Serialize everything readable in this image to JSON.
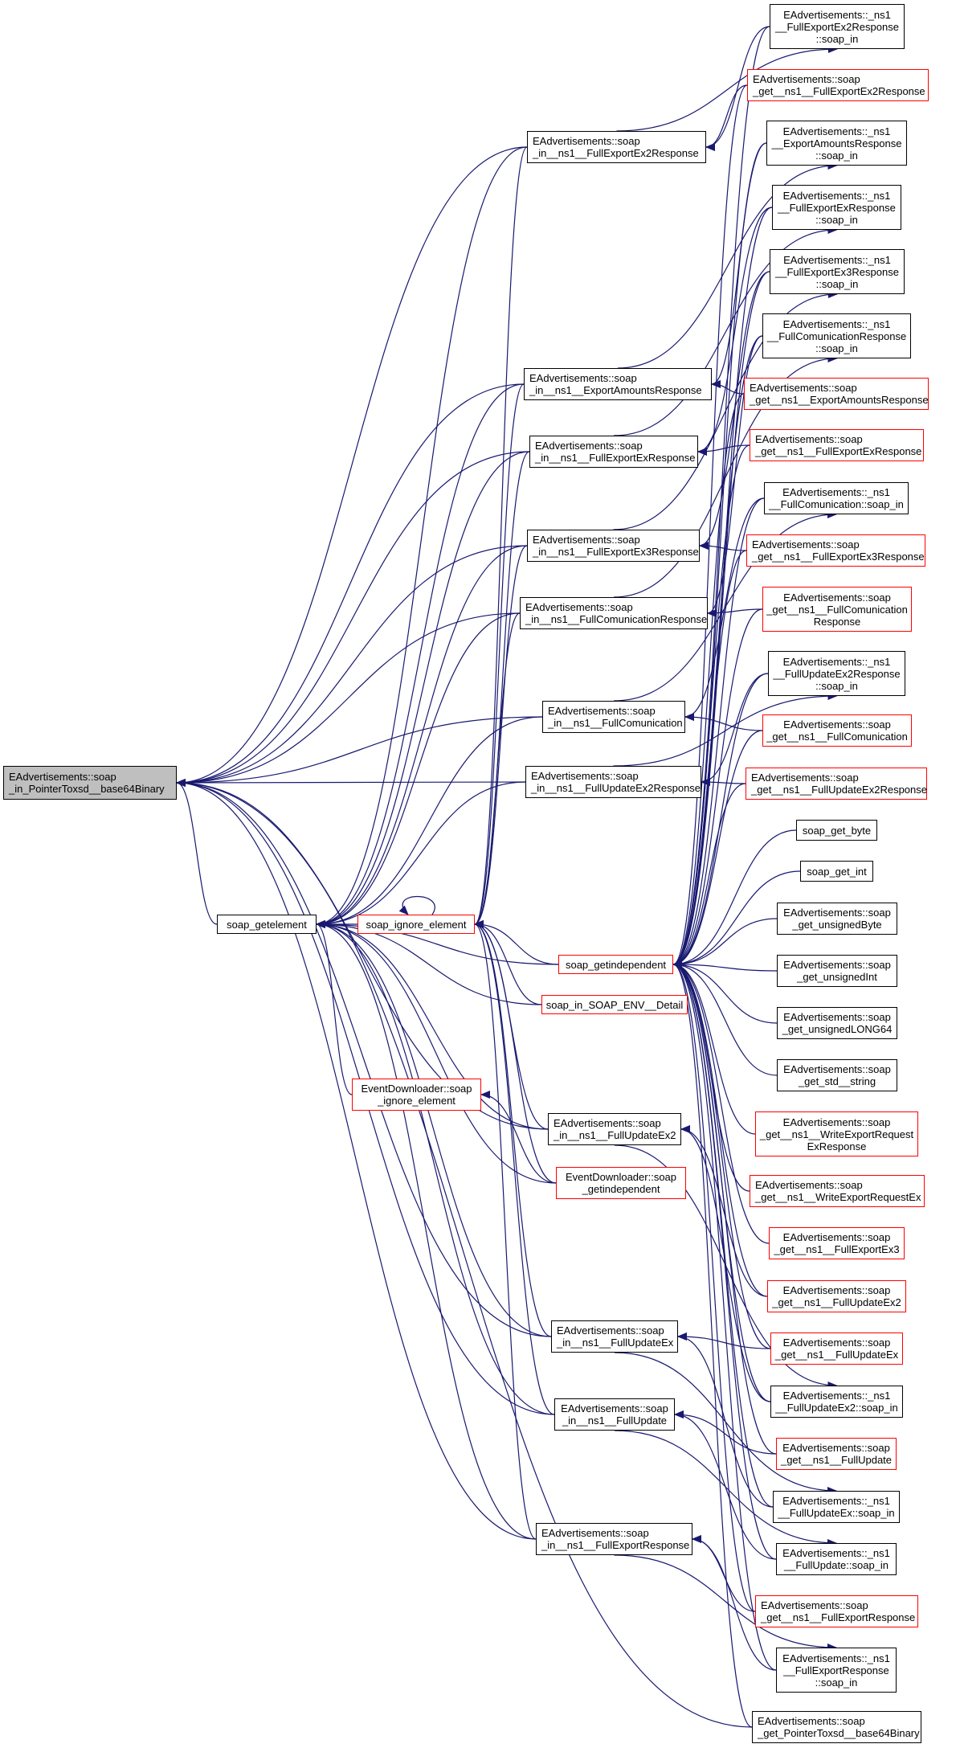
{
  "diagram": {
    "type": "doxygen-caller-graph",
    "edge_color": "#191970",
    "root": {
      "id": "root",
      "label": "EAdvertisements::soap\n_in_PointerToxsd__base64Binary",
      "style": "root"
    },
    "nodes": [
      {
        "id": "getelement",
        "label": "soap_getelement",
        "style": "black"
      },
      {
        "id": "ignore",
        "label": "soap_ignore_element",
        "style": "red"
      },
      {
        "id": "getindep",
        "label": "soap_getindependent",
        "style": "red"
      },
      {
        "id": "envdetail",
        "label": "soap_in_SOAP_ENV__Detail",
        "style": "red"
      },
      {
        "id": "ev_ignore",
        "label": "EventDownloader::soap\n_ignore_element",
        "style": "red"
      },
      {
        "id": "ev_getindep",
        "label": "EventDownloader::soap\n_getindependent",
        "style": "red"
      },
      {
        "id": "in_fe2r",
        "label": "EAdvertisements::soap\n_in__ns1__FullExportEx2Response",
        "style": "black"
      },
      {
        "id": "in_ear",
        "label": "EAdvertisements::soap\n_in__ns1__ExportAmountsResponse",
        "style": "black"
      },
      {
        "id": "in_fer",
        "label": "EAdvertisements::soap\n_in__ns1__FullExportExResponse",
        "style": "black"
      },
      {
        "id": "in_fe3r",
        "label": "EAdvertisements::soap\n_in__ns1__FullExportEx3Response",
        "style": "black"
      },
      {
        "id": "in_fcr",
        "label": "EAdvertisements::soap\n_in__ns1__FullComunicationResponse",
        "style": "black"
      },
      {
        "id": "in_fc",
        "label": "EAdvertisements::soap\n_in__ns1__FullComunication",
        "style": "black"
      },
      {
        "id": "in_fue2r",
        "label": "EAdvertisements::soap\n_in__ns1__FullUpdateEx2Response",
        "style": "black"
      },
      {
        "id": "in_fue2",
        "label": "EAdvertisements::soap\n_in__ns1__FullUpdateEx2",
        "style": "black"
      },
      {
        "id": "in_fue",
        "label": "EAdvertisements::soap\n_in__ns1__FullUpdateEx",
        "style": "black"
      },
      {
        "id": "in_fu",
        "label": "EAdvertisements::soap\n_in__ns1__FullUpdate",
        "style": "black"
      },
      {
        "id": "in_fxr",
        "label": "EAdvertisements::soap\n_in__ns1__FullExportResponse",
        "style": "black"
      },
      {
        "id": "r_fe2r_in",
        "label": "EAdvertisements::_ns1\n__FullExportEx2Response\n::soap_in",
        "style": "black"
      },
      {
        "id": "r_get_fe2r",
        "label": "EAdvertisements::soap\n_get__ns1__FullExportEx2Response",
        "style": "red"
      },
      {
        "id": "r_ear_in",
        "label": "EAdvertisements::_ns1\n__ExportAmountsResponse\n::soap_in",
        "style": "black"
      },
      {
        "id": "r_fer_in",
        "label": "EAdvertisements::_ns1\n__FullExportExResponse\n::soap_in",
        "style": "black"
      },
      {
        "id": "r_fe3r_in",
        "label": "EAdvertisements::_ns1\n__FullExportEx3Response\n::soap_in",
        "style": "black"
      },
      {
        "id": "r_fcr_in",
        "label": "EAdvertisements::_ns1\n__FullComunicationResponse\n::soap_in",
        "style": "black"
      },
      {
        "id": "r_get_ear",
        "label": "EAdvertisements::soap\n_get__ns1__ExportAmountsResponse",
        "style": "red"
      },
      {
        "id": "r_get_fer",
        "label": "EAdvertisements::soap\n_get__ns1__FullExportExResponse",
        "style": "red"
      },
      {
        "id": "r_fc_in",
        "label": "EAdvertisements::_ns1\n__FullComunication::soap_in",
        "style": "black"
      },
      {
        "id": "r_get_fe3r",
        "label": "EAdvertisements::soap\n_get__ns1__FullExportEx3Response",
        "style": "red"
      },
      {
        "id": "r_get_fcr",
        "label": "EAdvertisements::soap\n_get__ns1__FullComunication\nResponse",
        "style": "red"
      },
      {
        "id": "r_fue2r_in",
        "label": "EAdvertisements::_ns1\n__FullUpdateEx2Response\n::soap_in",
        "style": "black"
      },
      {
        "id": "r_get_fc",
        "label": "EAdvertisements::soap\n_get__ns1__FullComunication",
        "style": "red"
      },
      {
        "id": "r_get_fue2r",
        "label": "EAdvertisements::soap\n_get__ns1__FullUpdateEx2Response",
        "style": "red"
      },
      {
        "id": "r_byte",
        "label": "soap_get_byte",
        "style": "black"
      },
      {
        "id": "r_int",
        "label": "soap_get_int",
        "style": "black"
      },
      {
        "id": "r_ubyte",
        "label": "EAdvertisements::soap\n_get_unsignedByte",
        "style": "black"
      },
      {
        "id": "r_uint",
        "label": "EAdvertisements::soap\n_get_unsignedInt",
        "style": "black"
      },
      {
        "id": "r_ulong",
        "label": "EAdvertisements::soap\n_get_unsignedLONG64",
        "style": "black"
      },
      {
        "id": "r_str",
        "label": "EAdvertisements::soap\n_get_std__string",
        "style": "black"
      },
      {
        "id": "r_get_werexr",
        "label": "EAdvertisements::soap\n_get__ns1__WriteExportRequest\nExResponse",
        "style": "red"
      },
      {
        "id": "r_get_werex",
        "label": "EAdvertisements::soap\n_get__ns1__WriteExportRequestEx",
        "style": "red"
      },
      {
        "id": "r_get_fe3",
        "label": "EAdvertisements::soap\n_get__ns1__FullExportEx3",
        "style": "red"
      },
      {
        "id": "r_get_fue2",
        "label": "EAdvertisements::soap\n_get__ns1__FullUpdateEx2",
        "style": "red"
      },
      {
        "id": "r_get_fue",
        "label": "EAdvertisements::soap\n_get__ns1__FullUpdateEx",
        "style": "red"
      },
      {
        "id": "r_fue2_in",
        "label": "EAdvertisements::_ns1\n__FullUpdateEx2::soap_in",
        "style": "black"
      },
      {
        "id": "r_get_fu",
        "label": "EAdvertisements::soap\n_get__ns1__FullUpdate",
        "style": "red"
      },
      {
        "id": "r_fue_in",
        "label": "EAdvertisements::_ns1\n__FullUpdateEx::soap_in",
        "style": "black"
      },
      {
        "id": "r_fu_in",
        "label": "EAdvertisements::_ns1\n__FullUpdate::soap_in",
        "style": "black"
      },
      {
        "id": "r_get_fxr",
        "label": "EAdvertisements::soap\n_get__ns1__FullExportResponse",
        "style": "red"
      },
      {
        "id": "r_fxr_in",
        "label": "EAdvertisements::_ns1\n__FullExportResponse\n::soap_in",
        "style": "black"
      },
      {
        "id": "r_get_ptr",
        "label": "EAdvertisements::soap\n_get_PointerToxsd__base64Binary",
        "style": "black"
      }
    ],
    "edges": [
      [
        "in_fe2r",
        "root"
      ],
      [
        "in_ear",
        "root"
      ],
      [
        "in_fer",
        "root"
      ],
      [
        "in_fe3r",
        "root"
      ],
      [
        "in_fcr",
        "root"
      ],
      [
        "in_fc",
        "root"
      ],
      [
        "in_fue2r",
        "root"
      ],
      [
        "getelement",
        "root"
      ],
      [
        "in_fue2",
        "root"
      ],
      [
        "in_fue",
        "root"
      ],
      [
        "in_fu",
        "root"
      ],
      [
        "in_fxr",
        "root"
      ],
      [
        "r_get_ptr",
        "root"
      ],
      [
        "ignore",
        "getelement"
      ],
      [
        "getindep",
        "getelement"
      ],
      [
        "envdetail",
        "getelement"
      ],
      [
        "ev_ignore",
        "getelement"
      ],
      [
        "ev_getindep",
        "getelement"
      ],
      [
        "in_fe2r",
        "getelement"
      ],
      [
        "in_ear",
        "getelement"
      ],
      [
        "in_fer",
        "getelement"
      ],
      [
        "in_fe3r",
        "getelement"
      ],
      [
        "in_fcr",
        "getelement"
      ],
      [
        "in_fc",
        "getelement"
      ],
      [
        "in_fue2r",
        "getelement"
      ],
      [
        "in_fue2",
        "getelement"
      ],
      [
        "in_fue",
        "getelement"
      ],
      [
        "in_fu",
        "getelement"
      ],
      [
        "in_fxr",
        "getelement"
      ],
      [
        "getindep",
        "ignore"
      ],
      [
        "envdetail",
        "ignore"
      ],
      [
        "ev_getindep",
        "ignore"
      ],
      [
        "in_fe2r",
        "ignore"
      ],
      [
        "in_ear",
        "ignore"
      ],
      [
        "in_fer",
        "ignore"
      ],
      [
        "in_fe3r",
        "ignore"
      ],
      [
        "in_fcr",
        "ignore"
      ],
      [
        "in_fue2",
        "ignore"
      ],
      [
        "in_fue",
        "ignore"
      ],
      [
        "in_fu",
        "ignore"
      ],
      [
        "in_fxr",
        "ignore"
      ],
      [
        "ignore",
        "ignore"
      ],
      [
        "ev_getindep",
        "ev_ignore"
      ],
      [
        "r_fe2r_in",
        "in_fe2r"
      ],
      [
        "r_get_fe2r",
        "in_fe2r"
      ],
      [
        "in_fe2r",
        "r_fe2r_in"
      ],
      [
        "r_ear_in",
        "in_ear"
      ],
      [
        "r_get_ear",
        "in_ear"
      ],
      [
        "in_ear",
        "r_ear_in"
      ],
      [
        "r_fer_in",
        "in_fer"
      ],
      [
        "r_get_fer",
        "in_fer"
      ],
      [
        "in_fer",
        "r_fer_in"
      ],
      [
        "r_fe3r_in",
        "in_fe3r"
      ],
      [
        "r_get_fe3r",
        "in_fe3r"
      ],
      [
        "in_fe3r",
        "r_fe3r_in"
      ],
      [
        "r_fcr_in",
        "in_fcr"
      ],
      [
        "r_get_fcr",
        "in_fcr"
      ],
      [
        "in_fcr",
        "r_fcr_in"
      ],
      [
        "r_fc_in",
        "in_fc"
      ],
      [
        "r_get_fc",
        "in_fc"
      ],
      [
        "in_fc",
        "r_fc_in"
      ],
      [
        "r_fue2r_in",
        "in_fue2r"
      ],
      [
        "r_get_fue2r",
        "in_fue2r"
      ],
      [
        "in_fue2r",
        "r_fue2r_in"
      ],
      [
        "r_fue2_in",
        "in_fue2"
      ],
      [
        "r_get_fue2",
        "in_fue2"
      ],
      [
        "in_fue2",
        "r_fue2_in"
      ],
      [
        "r_fue_in",
        "in_fue"
      ],
      [
        "r_get_fue",
        "in_fue"
      ],
      [
        "in_fue",
        "r_fue_in"
      ],
      [
        "r_fu_in",
        "in_fu"
      ],
      [
        "r_get_fu",
        "in_fu"
      ],
      [
        "in_fu",
        "r_fu_in"
      ],
      [
        "r_fxr_in",
        "in_fxr"
      ],
      [
        "r_get_fxr",
        "in_fxr"
      ],
      [
        "in_fxr",
        "r_fxr_in"
      ],
      [
        "r_fe2r_in",
        "getindep"
      ],
      [
        "r_get_fe2r",
        "getindep"
      ],
      [
        "r_ear_in",
        "getindep"
      ],
      [
        "r_fer_in",
        "getindep"
      ],
      [
        "r_fe3r_in",
        "getindep"
      ],
      [
        "r_fcr_in",
        "getindep"
      ],
      [
        "r_get_ear",
        "getindep"
      ],
      [
        "r_get_fer",
        "getindep"
      ],
      [
        "r_fc_in",
        "getindep"
      ],
      [
        "r_get_fe3r",
        "getindep"
      ],
      [
        "r_get_fcr",
        "getindep"
      ],
      [
        "r_fue2r_in",
        "getindep"
      ],
      [
        "r_get_fc",
        "getindep"
      ],
      [
        "r_get_fue2r",
        "getindep"
      ],
      [
        "r_byte",
        "getindep"
      ],
      [
        "r_int",
        "getindep"
      ],
      [
        "r_ubyte",
        "getindep"
      ],
      [
        "r_uint",
        "getindep"
      ],
      [
        "r_ulong",
        "getindep"
      ],
      [
        "r_str",
        "getindep"
      ],
      [
        "r_get_werexr",
        "getindep"
      ],
      [
        "r_get_werex",
        "getindep"
      ],
      [
        "r_get_fe3",
        "getindep"
      ],
      [
        "r_get_fue2",
        "getindep"
      ],
      [
        "r_get_fue",
        "getindep"
      ],
      [
        "r_fue2_in",
        "getindep"
      ],
      [
        "r_get_fu",
        "getindep"
      ],
      [
        "r_fue_in",
        "getindep"
      ],
      [
        "r_fu_in",
        "getindep"
      ],
      [
        "r_get_fxr",
        "getindep"
      ],
      [
        "r_fxr_in",
        "getindep"
      ],
      [
        "r_get_ptr",
        "getindep"
      ]
    ]
  }
}
